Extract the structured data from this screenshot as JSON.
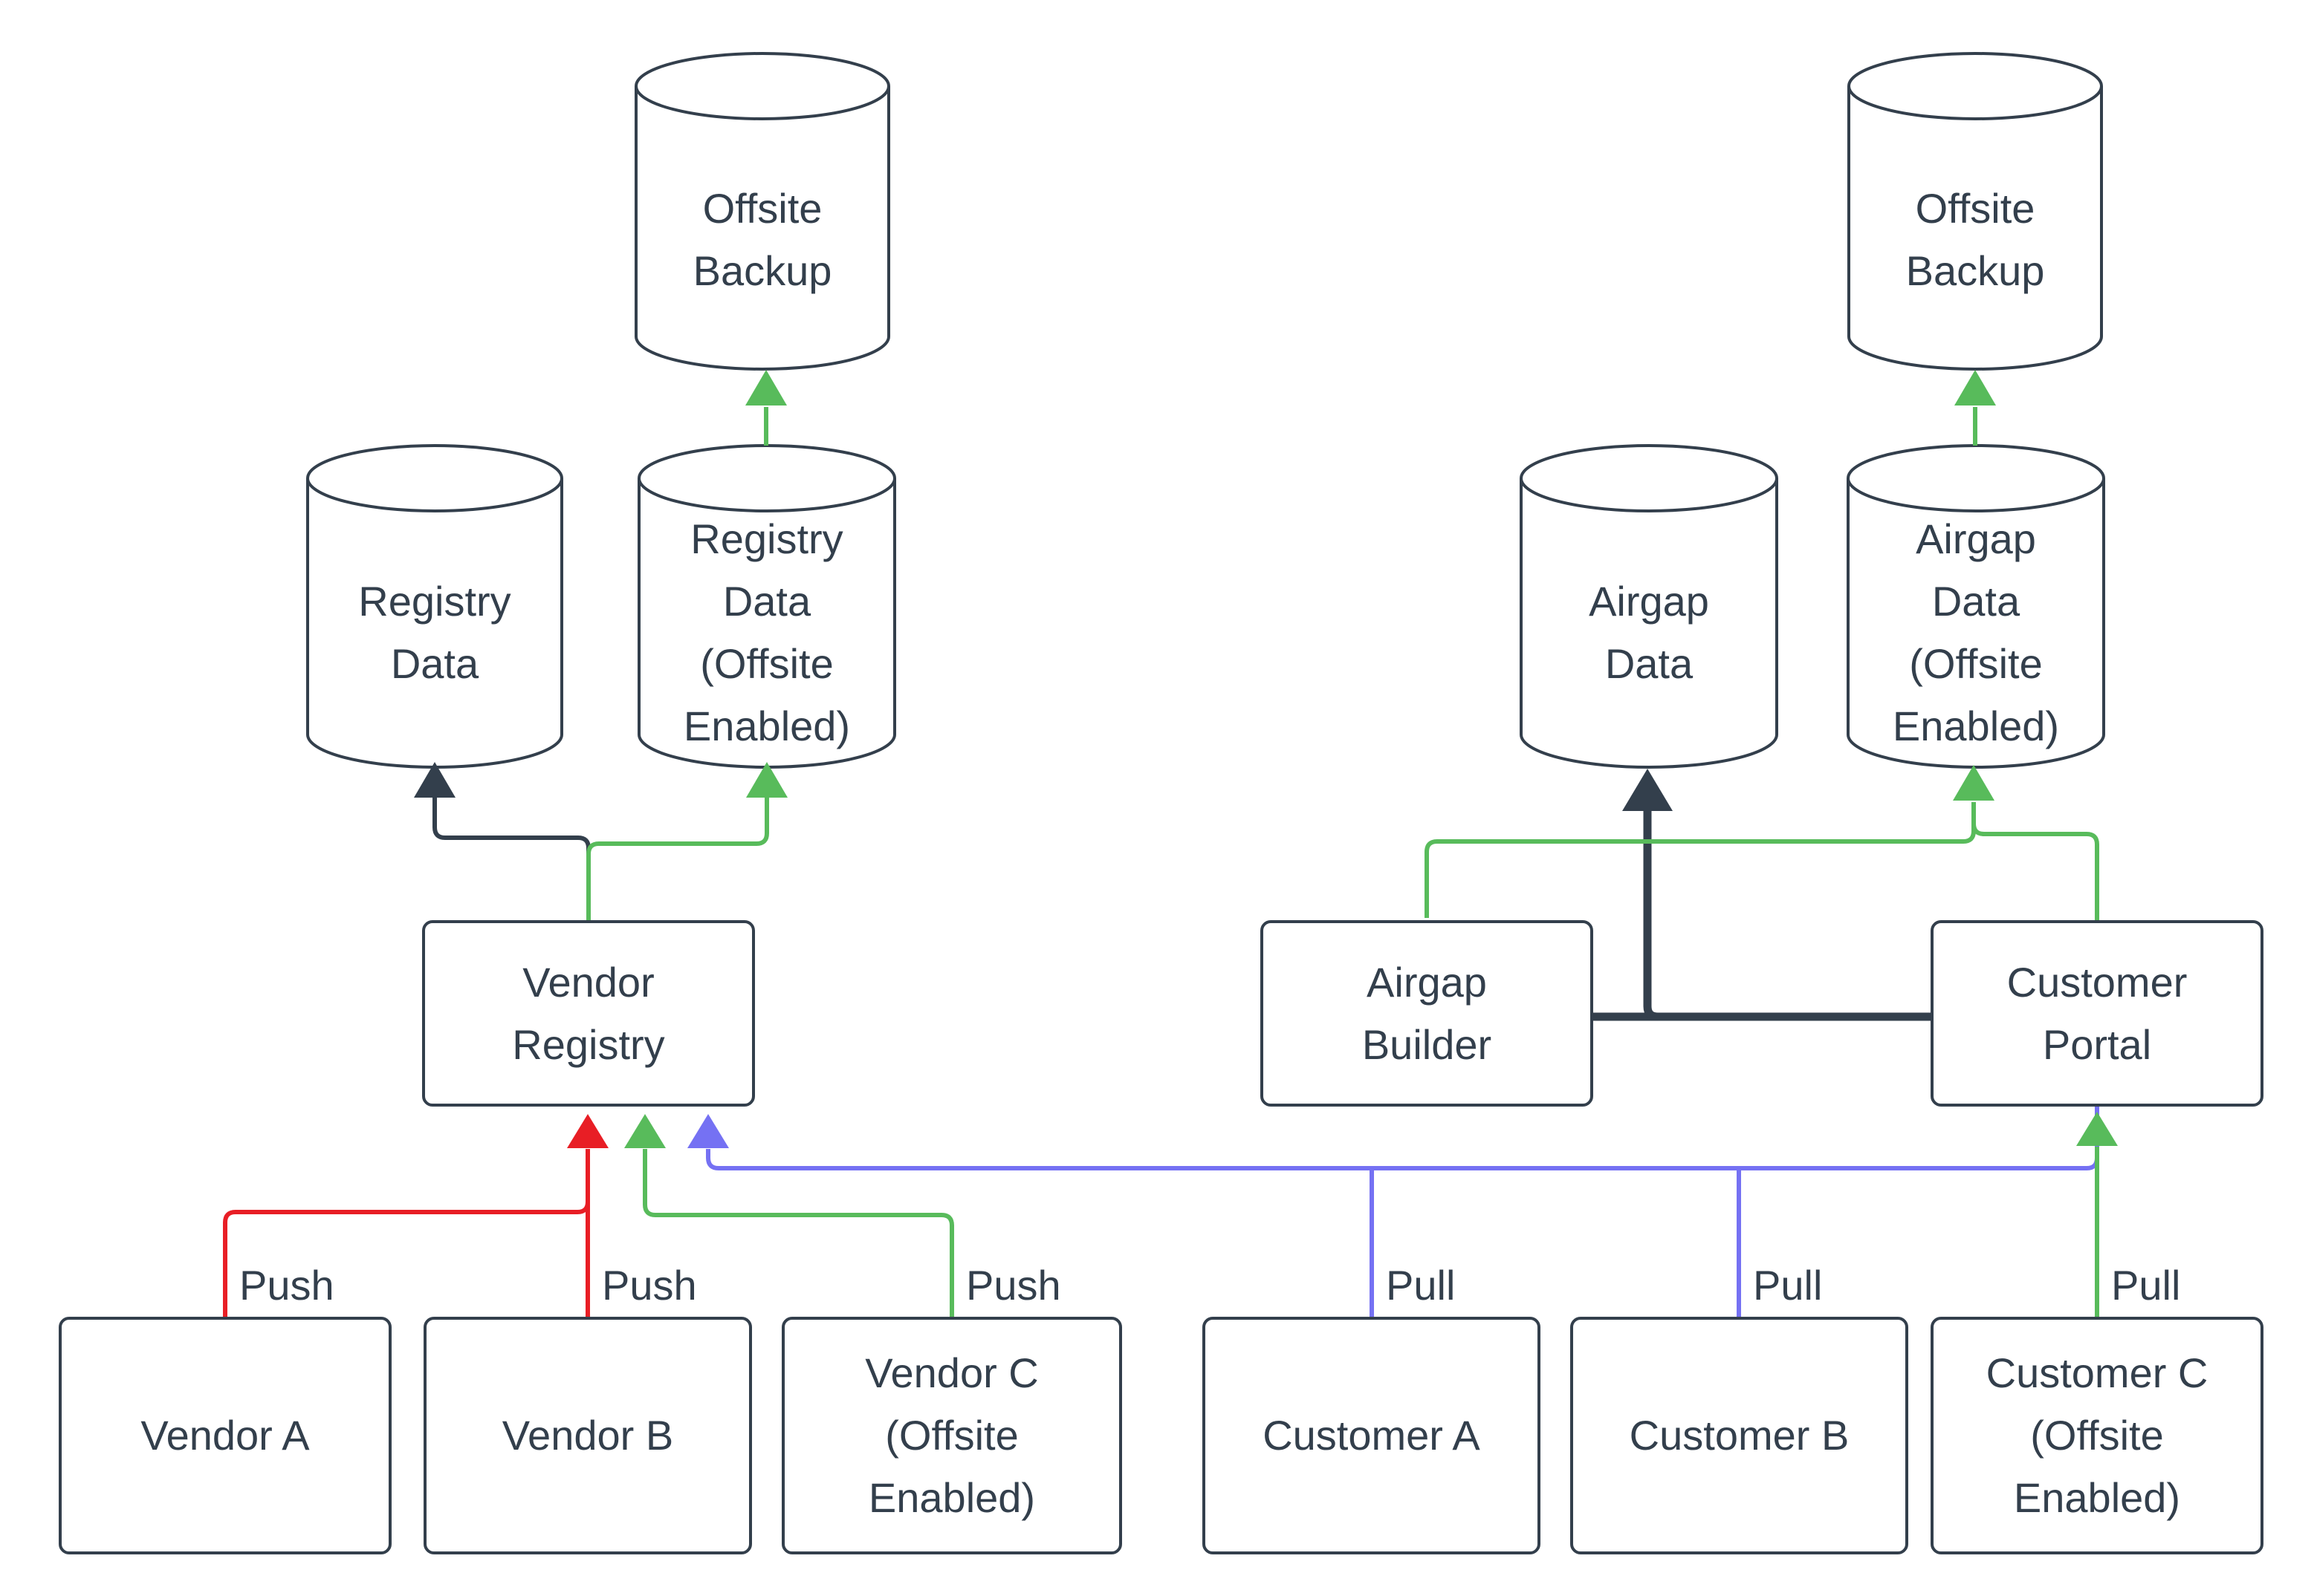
{
  "diagram_type": "flowchart",
  "colors": {
    "background": "#FFFFFF",
    "node_fill": "#FFFFFF",
    "node_border": "#333F4C",
    "text": "#333F4C",
    "red": "#E81E25",
    "green": "#58BB5B",
    "blue": "#7571F3",
    "dark": "#333F4C"
  },
  "nodes": {
    "offsite_backup_left": {
      "label": "Offsite\nBackup",
      "shape": "cylinder"
    },
    "registry_data": {
      "label": "Registry\nData",
      "shape": "cylinder"
    },
    "registry_data_offsite": {
      "label": "Registry\nData\n(Offsite\nEnabled)",
      "shape": "cylinder"
    },
    "vendor_registry": {
      "label": "Vendor\nRegistry",
      "shape": "rect"
    },
    "vendor_a": {
      "label": "Vendor A",
      "shape": "rect"
    },
    "vendor_b": {
      "label": "Vendor B",
      "shape": "rect"
    },
    "vendor_c": {
      "label": "Vendor C\n(Offsite\nEnabled)",
      "shape": "rect"
    },
    "offsite_backup_right": {
      "label": "Offsite\nBackup",
      "shape": "cylinder"
    },
    "airgap_data": {
      "label": "Airgap\nData",
      "shape": "cylinder"
    },
    "airgap_data_offsite": {
      "label": "Airgap\nData\n(Offsite\nEnabled)",
      "shape": "cylinder"
    },
    "airgap_builder": {
      "label": "Airgap\nBuilder",
      "shape": "rect"
    },
    "customer_portal": {
      "label": "Customer\nPortal",
      "shape": "rect"
    },
    "customer_a": {
      "label": "Customer A",
      "shape": "rect"
    },
    "customer_b": {
      "label": "Customer B",
      "shape": "rect"
    },
    "customer_c": {
      "label": "Customer C\n(Offsite\nEnabled)",
      "shape": "rect"
    }
  },
  "edges": {
    "vendor_a_push": {
      "from": "vendor_a",
      "to": "vendor_registry",
      "label": "Push",
      "color": "red"
    },
    "vendor_b_push": {
      "from": "vendor_b",
      "to": "vendor_registry",
      "label": "Push",
      "color": "red"
    },
    "vendor_c_push": {
      "from": "vendor_c",
      "to": "vendor_registry",
      "label": "Push",
      "color": "green"
    },
    "customer_a_pull": {
      "from": "customer_a",
      "to": "vendor_registry",
      "label": "Pull",
      "color": "blue"
    },
    "customer_b_pull": {
      "from": "customer_b",
      "to": "vendor_registry",
      "label": "Pull",
      "color": "blue"
    },
    "portal_pull": {
      "from": "customer_portal",
      "to": "vendor_registry",
      "label": "",
      "color": "blue"
    },
    "customer_c_pull": {
      "from": "customer_c",
      "to": "customer_portal",
      "label": "Pull",
      "color": "green"
    },
    "registry_store": {
      "from": "vendor_registry",
      "to": "registry_data",
      "label": "",
      "color": "dark"
    },
    "registry_store_offsite": {
      "from": "vendor_registry",
      "to": "registry_data_offsite",
      "label": "",
      "color": "green"
    },
    "registry_offsite_backup": {
      "from": "registry_data_offsite",
      "to": "offsite_backup_left",
      "label": "",
      "color": "green"
    },
    "airgap_store": {
      "from": "customer_portal",
      "to": "airgap_data",
      "label": "",
      "color": "dark"
    },
    "builder_portal_link": {
      "from": "airgap_builder",
      "to": "customer_portal",
      "label": "",
      "color": "dark"
    },
    "builder_offsite": {
      "from": "airgap_builder",
      "to": "airgap_data_offsite",
      "label": "",
      "color": "green"
    },
    "portal_offsite": {
      "from": "customer_portal",
      "to": "airgap_data_offsite",
      "label": "",
      "color": "green"
    },
    "airgap_offsite_backup": {
      "from": "airgap_data_offsite",
      "to": "offsite_backup_right",
      "label": "",
      "color": "green"
    }
  }
}
